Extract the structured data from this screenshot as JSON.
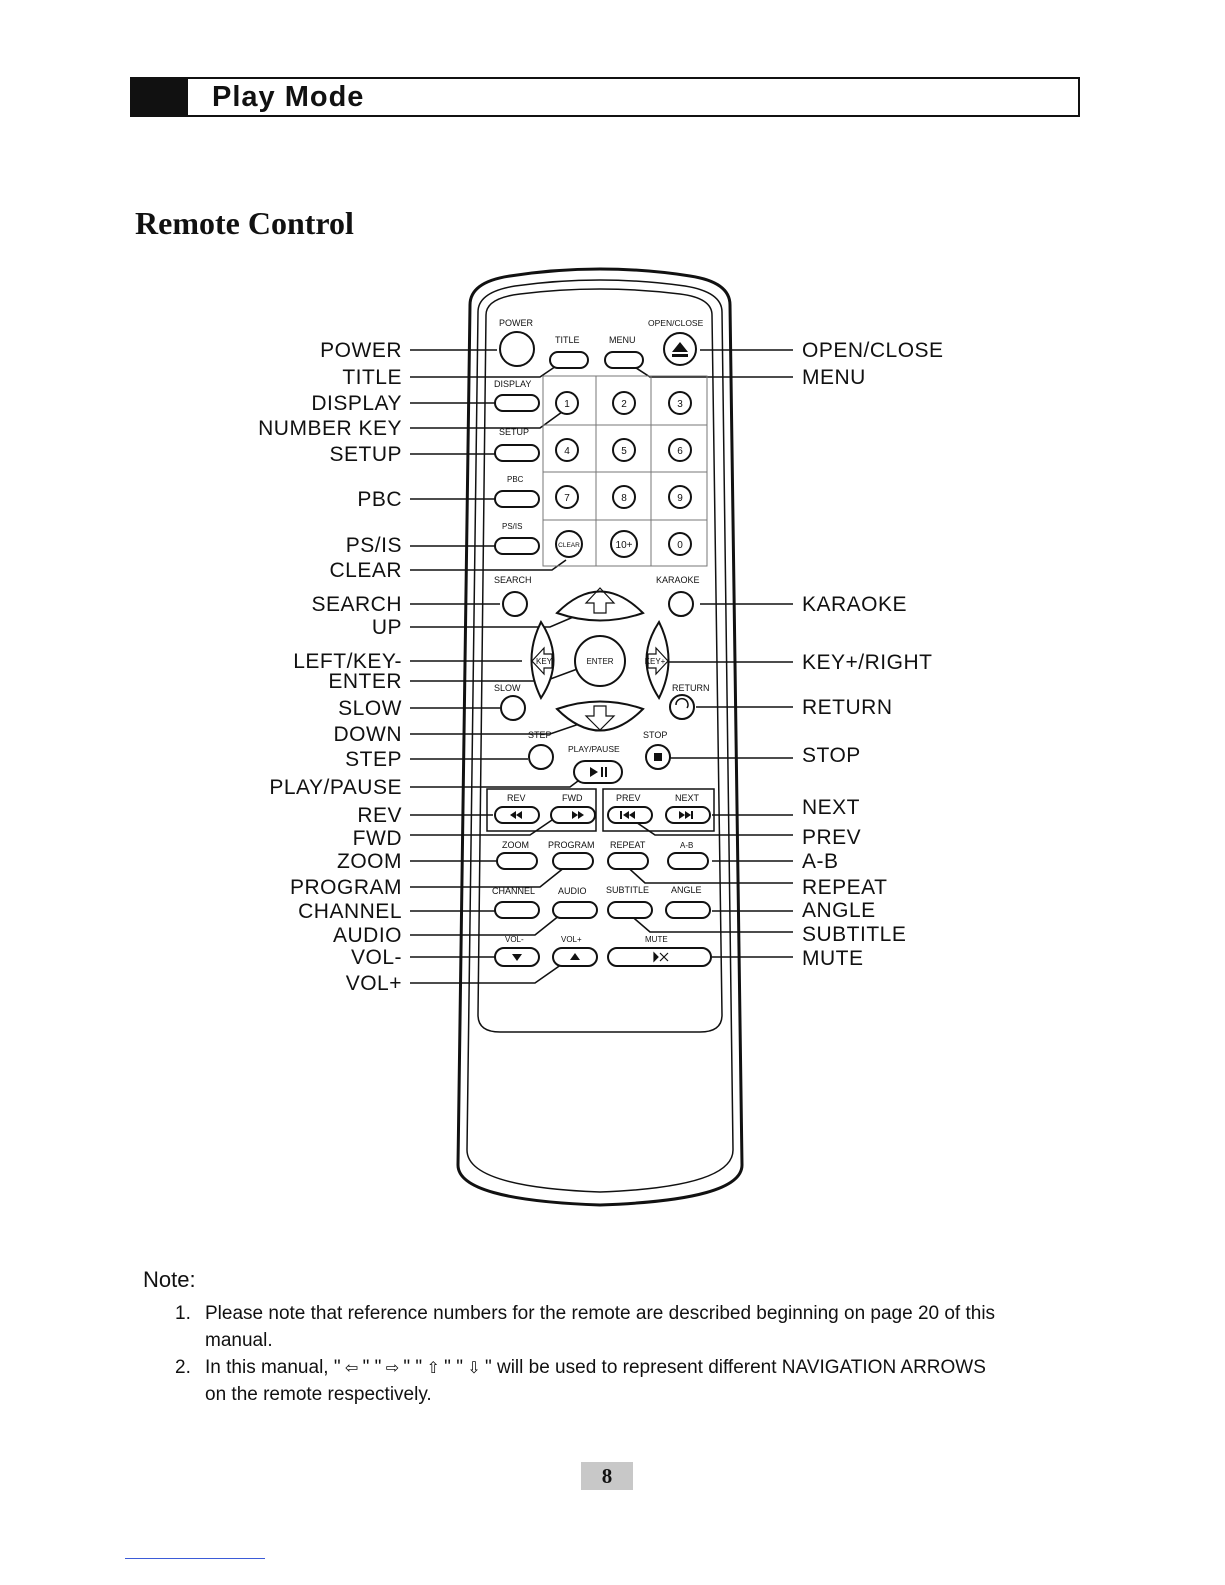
{
  "header": {
    "title": "Play Mode"
  },
  "section_title": "Remote Control",
  "remote": {
    "callouts_left": [
      "POWER",
      "TITLE",
      "DISPLAY",
      "NUMBER KEY",
      "SETUP",
      "PBC",
      "PS/IS",
      "CLEAR",
      "SEARCH",
      "UP",
      "LEFT/KEY-",
      "ENTER",
      "SLOW",
      "DOWN",
      "STEP",
      "PLAY/PAUSE",
      "REV",
      "FWD",
      "ZOOM",
      "PROGRAM",
      "CHANNEL",
      "AUDIO",
      "VOL-",
      "VOL+"
    ],
    "callouts_right": [
      "OPEN/CLOSE",
      "MENU",
      "KARAOKE",
      "KEY+/RIGHT",
      "RETURN",
      "STOP",
      "NEXT",
      "PREV",
      "A-B",
      "REPEAT",
      "ANGLE",
      "SUBTITLE",
      "MUTE"
    ],
    "button_labels": {
      "power": "POWER",
      "title": "TITLE",
      "menu": "MENU",
      "open_close": "OPEN/CLOSE",
      "display": "DISPLAY",
      "setup": "SETUP",
      "pbc": "PBC",
      "psis": "PS/IS",
      "search": "SEARCH",
      "karaoke": "KARAOKE",
      "slow": "SLOW",
      "return": "RETURN",
      "step": "STEP",
      "play_pause": "PLAY/PAUSE",
      "stop": "STOP",
      "key_minus": "KEY-",
      "key_plus": "KEY+",
      "enter": "ENTER",
      "rev": "REV",
      "fwd": "FWD",
      "prev": "PREV",
      "next": "NEXT",
      "zoom": "ZOOM",
      "program": "PROGRAM",
      "repeat": "REPEAT",
      "ab": "A-B",
      "channel": "CHANNEL",
      "audio": "AUDIO",
      "subtitle": "SUBTITLE",
      "angle": "ANGLE",
      "vol_minus": "VOL-",
      "vol_plus": "VOL+",
      "mute": "MUTE"
    },
    "number_keys": [
      "1",
      "2",
      "3",
      "4",
      "5",
      "6",
      "7",
      "8",
      "9",
      "CLEAR",
      "10+",
      "0"
    ],
    "icons": {
      "eject": "eject-icon",
      "play_pause": "play-pause-icon",
      "stop": "stop-icon",
      "rev": "rewind-icon",
      "fwd": "fast-forward-icon",
      "prev": "skip-back-icon",
      "next": "skip-forward-icon",
      "mute": "mute-icon",
      "vol_down": "triangle-down-icon",
      "vol_up": "triangle-up-icon",
      "return": "return-icon"
    }
  },
  "note": {
    "title": "Note:",
    "items": [
      {
        "num": "1.",
        "line1": "Please note that reference numbers for the remote are described beginning on page 20 of this",
        "line2": "manual."
      },
      {
        "num": "2.",
        "prefix": "In this manual,",
        "suffix": "will be used to represent different NAVIGATION  ARROWS",
        "line2": "on the remote respectively."
      }
    ]
  },
  "page_number": "8"
}
